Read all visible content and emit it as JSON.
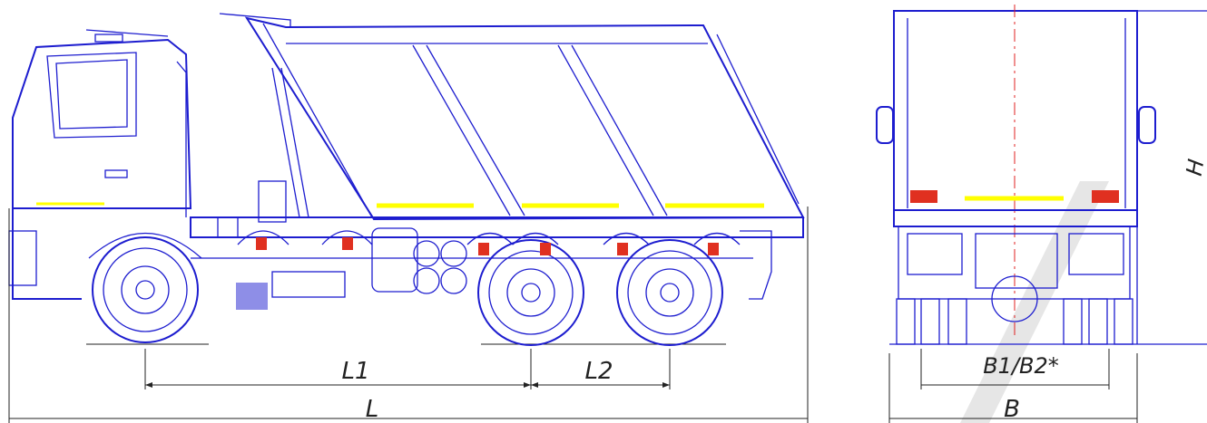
{
  "labels": {
    "L1": "L1",
    "L2": "L2",
    "L": "L",
    "B1B2": "B1/B2*",
    "B": "B",
    "H": "H"
  },
  "colors": {
    "line": "#1d1dcf",
    "reflector": "#ffff00",
    "warning_red": "#e03020",
    "centerline": "#e02020",
    "watermark": "#e6e6e6"
  }
}
